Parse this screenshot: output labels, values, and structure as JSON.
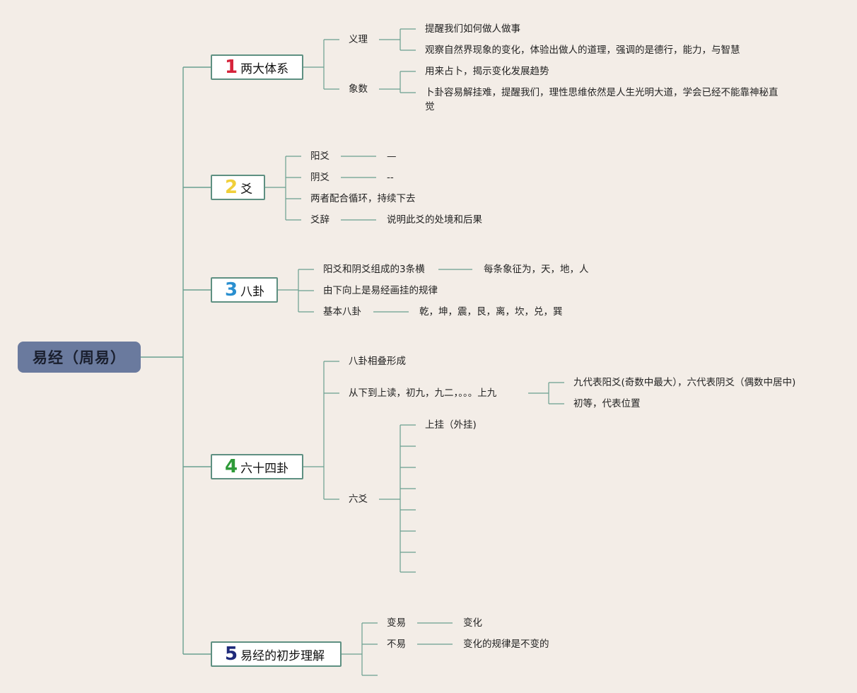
{
  "root": {
    "label": "易经（周易）"
  },
  "topics": [
    {
      "num": "1",
      "num_color": "#d6243b",
      "label": "两大体系",
      "children": [
        {
          "label": "义理",
          "children": [
            "提醒我们如何做人做事",
            "观察自然界现象的变化，体验出做人的道理，强调的是德行，能力，与智慧"
          ]
        },
        {
          "label": "象数",
          "children": [
            "用来占卜，揭示变化发展趋势",
            "卜卦容易解挂难，提醒我们，理性思维依然是人生光明大道，学会已经不能靠神秘直觉"
          ]
        }
      ]
    },
    {
      "num": "2",
      "num_color": "#f0cf3a",
      "label": "爻",
      "children": [
        {
          "label": "阳爻",
          "children": [
            "—"
          ]
        },
        {
          "label": "阴爻",
          "children": [
            "--"
          ]
        },
        {
          "label": "两者配合循环，持续下去",
          "children": []
        },
        {
          "label": "爻辞",
          "children": [
            "说明此爻的处境和后果"
          ]
        }
      ]
    },
    {
      "num": "3",
      "num_color": "#2a8fd0",
      "label": "八卦",
      "children": [
        {
          "label": "阳爻和阴爻组成的3条横",
          "children": [
            "每条象征为，天，地，人"
          ]
        },
        {
          "label": "由下向上是易经画挂的规律",
          "children": []
        },
        {
          "label": "基本八卦",
          "children": [
            "乾，坤，震，艮，离，坎，兑，巽"
          ]
        }
      ]
    },
    {
      "num": "4",
      "num_color": "#2e9a38",
      "label": "六十四卦",
      "children": [
        {
          "label": "八卦相叠形成",
          "children": []
        },
        {
          "label": "从下到上读，初九，九二，。。。上九",
          "children": [
            "九代表阳爻(奇数中最大），六代表阴爻（偶数中居中)",
            "初等，代表位置"
          ]
        },
        {
          "label": "六爻",
          "children": [
            "上挂（外挂)",
            "",
            "",
            "",
            "",
            "",
            "",
            ""
          ]
        }
      ]
    },
    {
      "num": "5",
      "num_color": "#1e2a7a",
      "label": "易经的初步理解",
      "children": [
        {
          "label": "变易",
          "children": [
            "变化"
          ]
        },
        {
          "label": "不易",
          "children": [
            "变化的规律是不变的"
          ]
        },
        {
          "label": "",
          "children": []
        }
      ]
    }
  ]
}
